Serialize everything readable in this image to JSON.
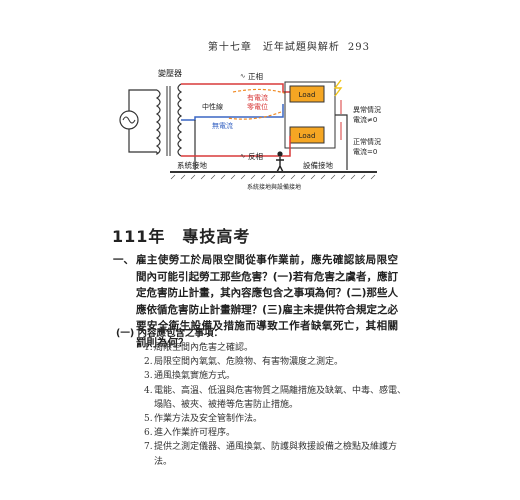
{
  "header": {
    "chapter": "第十七章　近年試題與解析",
    "page_number": "293"
  },
  "diagram": {
    "labels": {
      "transformer": "變壓器",
      "live": "正相",
      "neutral": "中性線",
      "has_current": "有電流",
      "zero_current": "零電位",
      "no_current": "無電流",
      "reverse": "反相",
      "load1": "Load",
      "load2": "Load",
      "abnormal": "異常情況",
      "abnormal_current": "電流≠0",
      "normal": "正常情況",
      "normal_current": "電流=0",
      "system_ground": "系統接地",
      "equipment_ground": "設備接地",
      "caption": "系統接地與設備接地"
    },
    "colors": {
      "wire": "#d93a3a",
      "neutral": "#3a66c4",
      "load_fill": "#f5a623",
      "arrow_orange": "#f08a24",
      "ground": "#333333"
    }
  },
  "section": {
    "title": "111年　專技高考"
  },
  "question": {
    "number": "一、",
    "text": "雇主使勞工於局限空間從事作業前，應先確認該局限空間內可能引起勞工那些危害？(一)若有危害之虞者，應訂定危害防止計畫，其內容應包含之事項為何？(二)那些人應依循危害防止計畫辦理？(三)雇主未提供符合規定之必要安全衛生設備及措施而導致工作者缺氧死亡，其相關罰則為何？"
  },
  "answer": {
    "subheading": "(一) 內容應包含之事項：",
    "items": [
      {
        "n": "1.",
        "text": "局限空間內危害之確認。"
      },
      {
        "n": "2.",
        "text": "局限空間內氧氣、危險物、有害物濃度之測定。"
      },
      {
        "n": "3.",
        "text": "通風換氣實施方式。"
      },
      {
        "n": "4.",
        "text": "電能、高溫、低溫與危害物質之隔離措施及缺氧、中毒、感電、塌陷、被夾、被捲等危害防止措施。"
      },
      {
        "n": "5.",
        "text": "作業方法及安全管制作法。"
      },
      {
        "n": "6.",
        "text": "進入作業許可程序。"
      },
      {
        "n": "7.",
        "text": "提供之測定儀器、通風換氣、防護與救援設備之檢點及維護方法。"
      }
    ]
  }
}
